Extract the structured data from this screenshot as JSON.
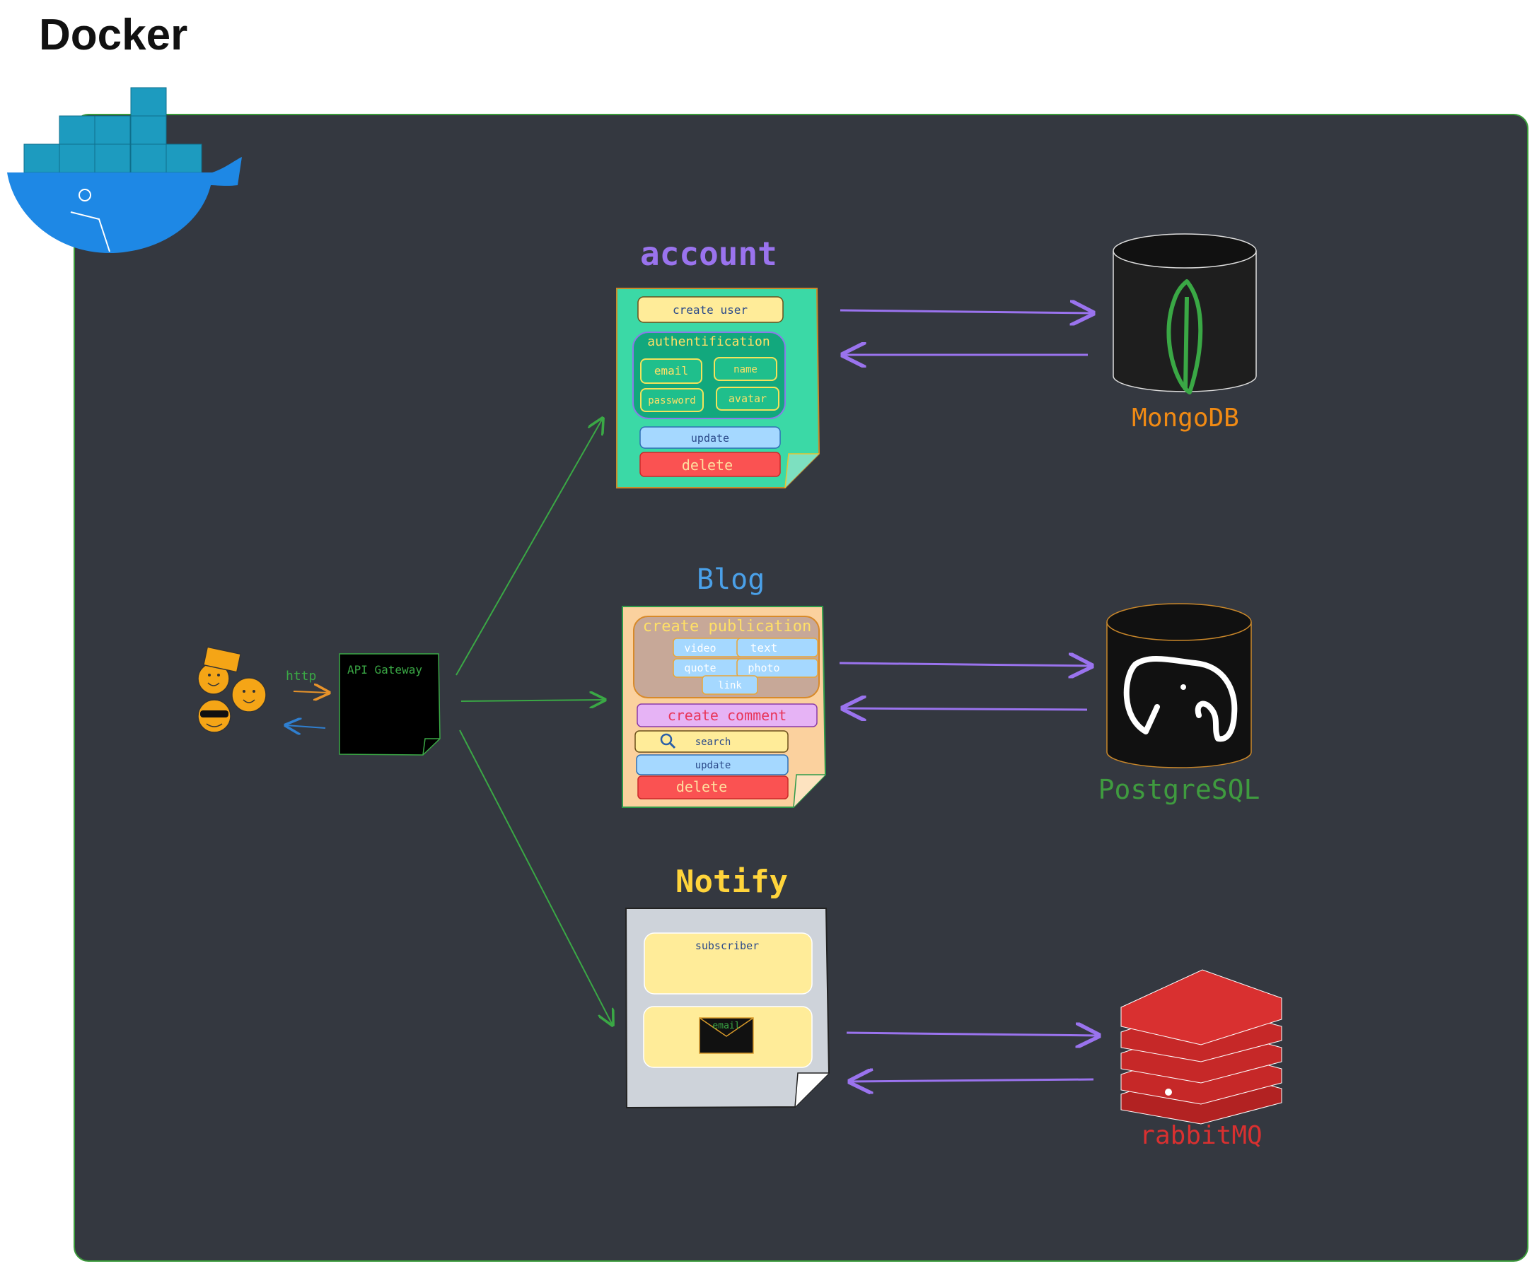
{
  "title": "Docker",
  "client": {
    "request_label": "http"
  },
  "gateway": {
    "label": "API Gateway"
  },
  "account": {
    "title": "account",
    "create_user": "create user",
    "auth_title": "authentification",
    "fields": [
      "email",
      "name",
      "password",
      "avatar"
    ],
    "update": "update",
    "delete": "delete"
  },
  "blog": {
    "title": "Blog",
    "publication_title": "create publication",
    "publication_types": [
      "video",
      "text",
      "quote",
      "photo",
      "link"
    ],
    "create_comment": "create comment",
    "search": "search",
    "update": "update",
    "delete": "delete"
  },
  "notify": {
    "title": "Notify",
    "subscriber": "subscriber",
    "email": "email"
  },
  "databases": {
    "mongo": "MongoDB",
    "postgres": "PostgreSQL",
    "rabbit": "rabbitMQ"
  },
  "colors": {
    "canvas": "#343840",
    "docker_blue": "#1e88e5",
    "docker_container": "#1d9bbf",
    "account_green": "#3bd9a6",
    "blog_peach": "#fbd19e",
    "notify_gray": "#ced3da",
    "edge_green": "#3aa845",
    "edge_purple": "#9a73ee",
    "mongo_orange": "#f08a14",
    "postgres_green": "#3f9b3f",
    "rabbit_red": "#d93030"
  },
  "icons": [
    "docker-whale-icon",
    "users-icon",
    "search-icon",
    "envelope-icon",
    "mongodb-leaf-icon",
    "postgres-elephant-icon",
    "rabbitmq-stack-icon"
  ]
}
